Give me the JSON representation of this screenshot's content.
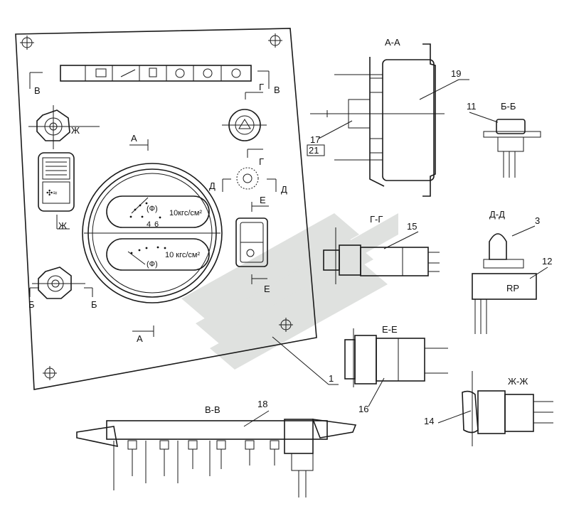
{
  "callouts": {
    "c1": "1",
    "c3": "3",
    "c11": "11",
    "c12": "12",
    "c14": "14",
    "c15": "15",
    "c16": "16",
    "c17": "17",
    "c18": "18",
    "c19": "19",
    "c21": "21"
  },
  "sections": {
    "aa": "А-А",
    "bb": "Б-Б",
    "vv": "В-В",
    "gg": "Г-Г",
    "dd": "Д-Д",
    "ee": "Е-Е",
    "zhzh": "Ж-Ж"
  },
  "marks": {
    "a": "А",
    "b": "Б",
    "v": "В",
    "g": "Г",
    "d": "Д",
    "e": "Е",
    "zh": "Ж"
  },
  "switch_label": "RP",
  "gauge": {
    "upper_scale": "10кгс/см²",
    "lower_scale": "10 кгс/см²",
    "upper_symbol": "(Ф)",
    "lower_symbol": "(Ф)",
    "tick_4": "4",
    "tick_6": "6"
  },
  "watermark_color": "#c8ccc8"
}
